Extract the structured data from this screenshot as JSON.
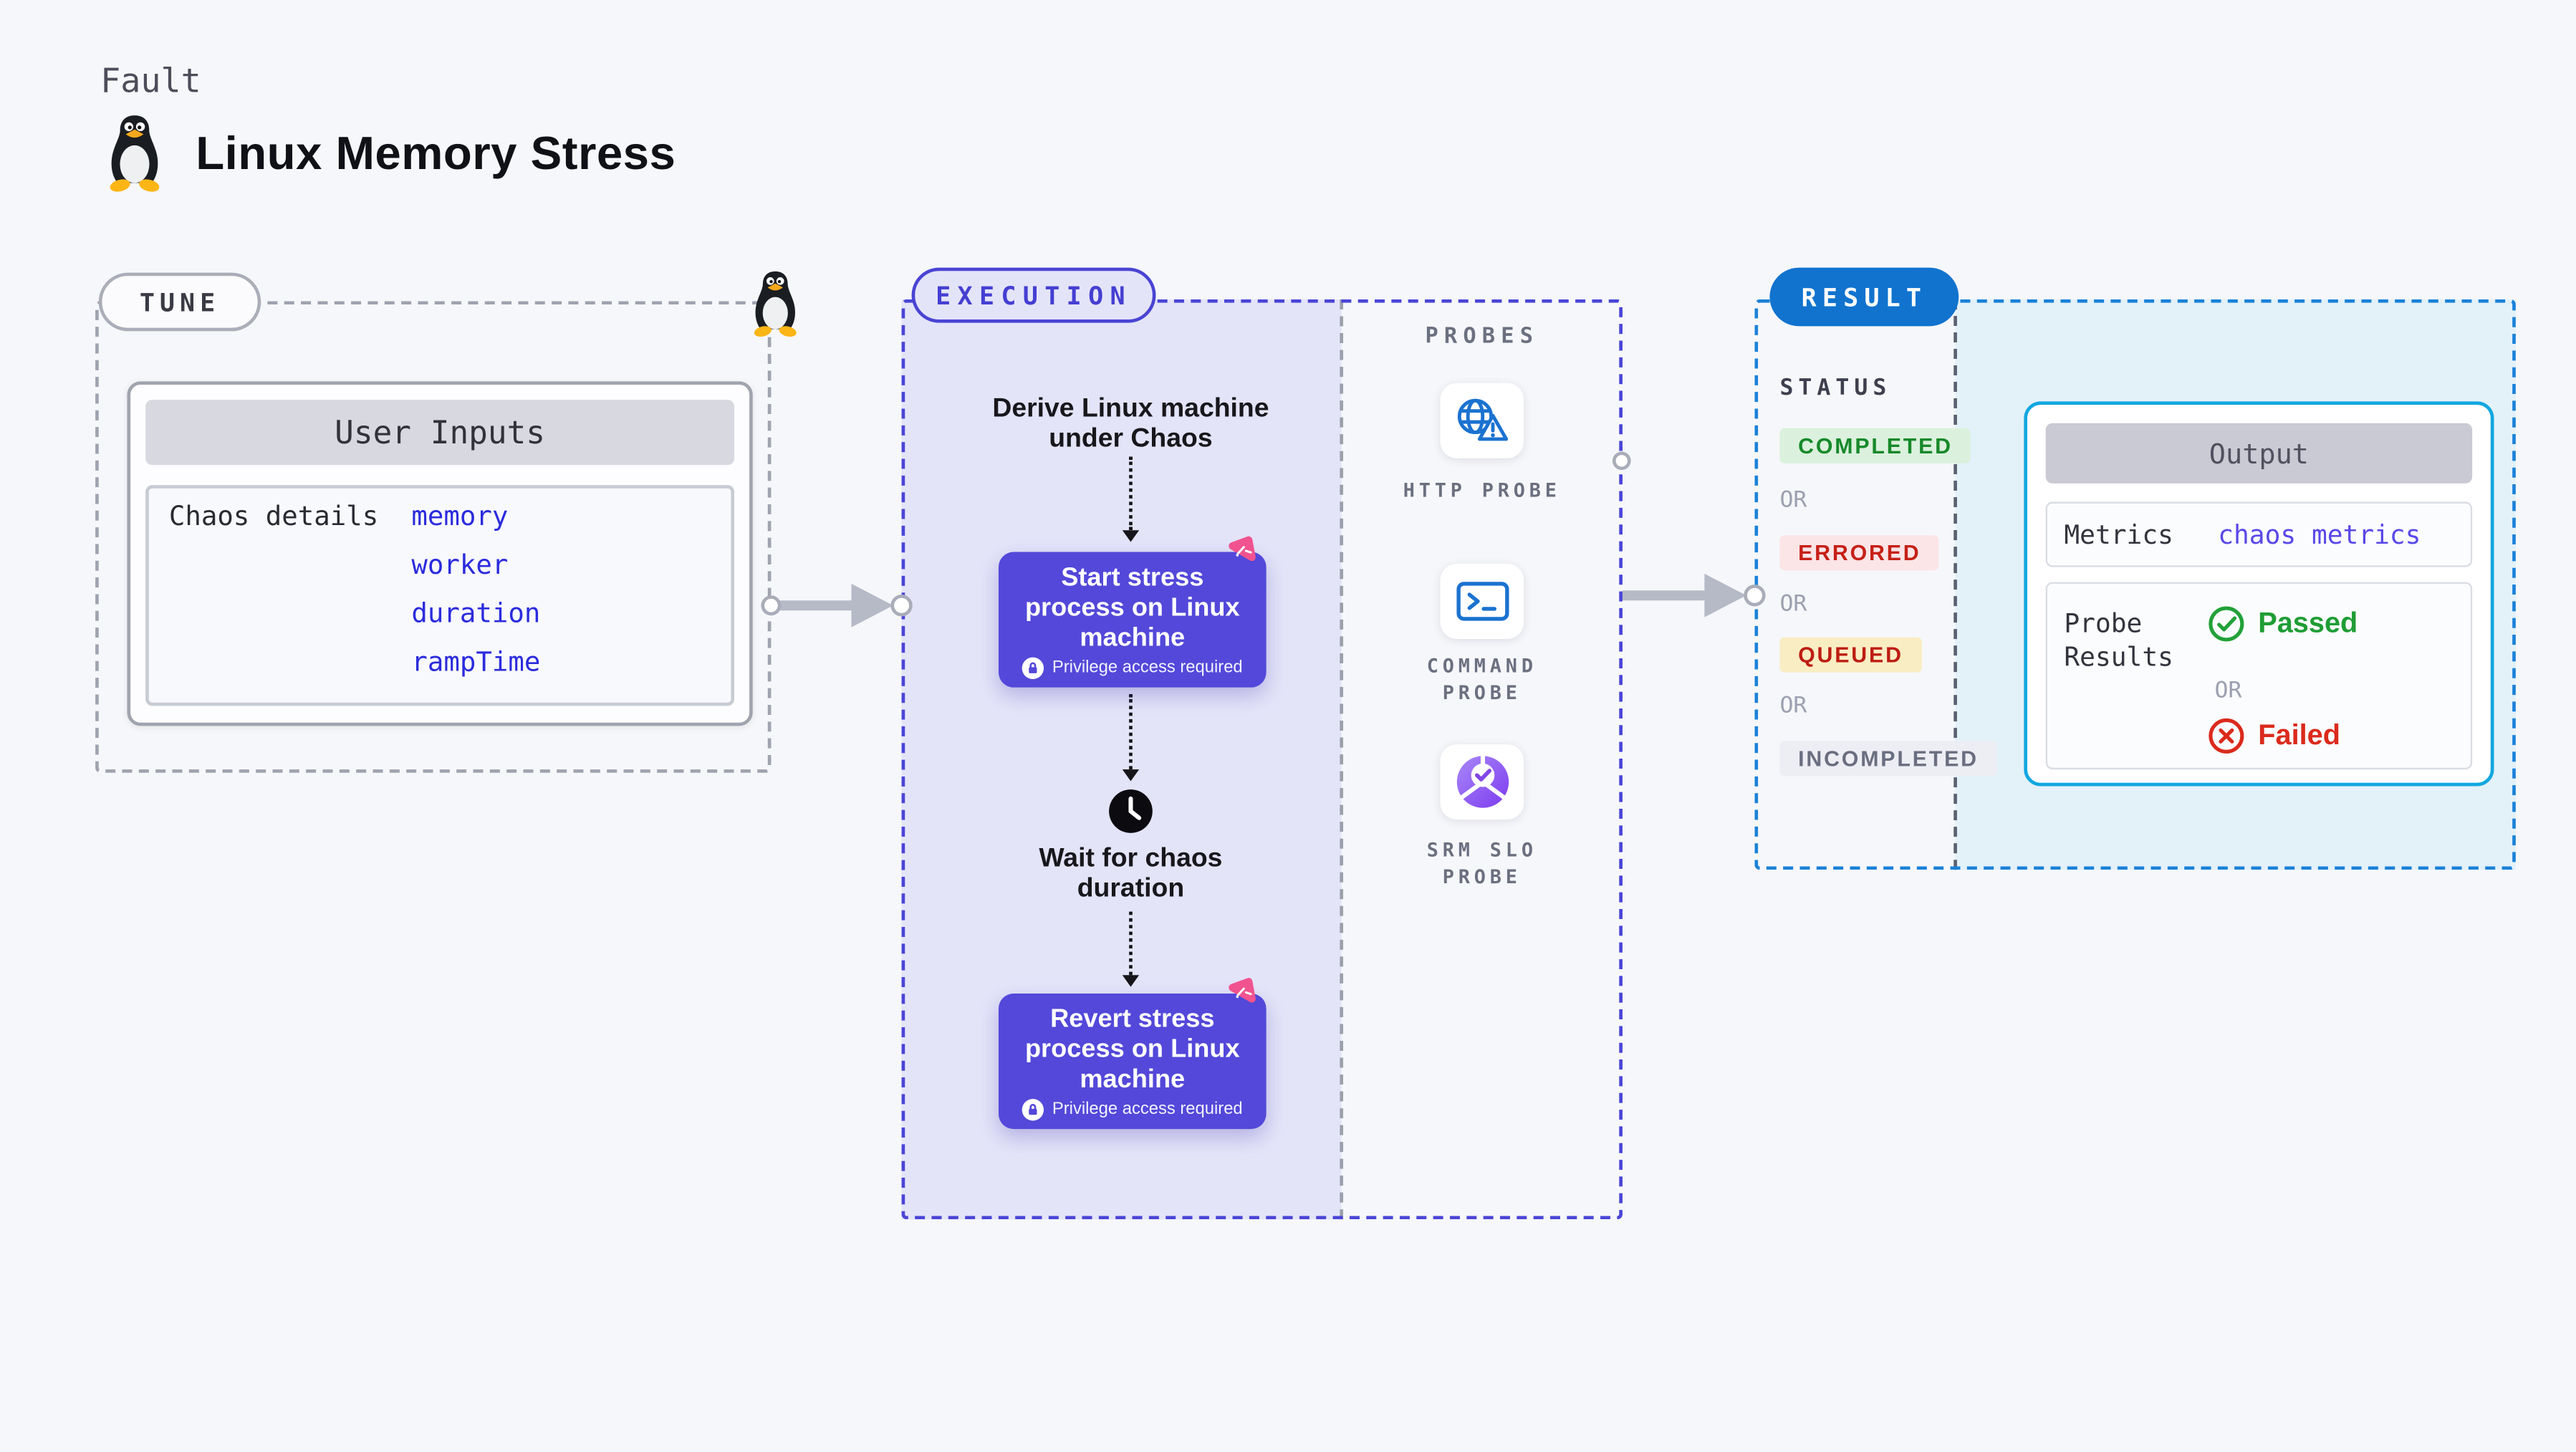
{
  "colors": {
    "page_bg": "#F6F7FA",
    "accent_indigo": "#4A45D6",
    "node_purple": "#5348D9",
    "lavender_panel": "#E4E4F9",
    "result_badge_blue": "#1173CE",
    "result_border_blue": "#1B81D8",
    "output_border_cyan": "#12A7E0",
    "output_panel_bg": "#E3F1F9",
    "link_blue": "#2B2BDD",
    "litmus_pink": "#F0538F",
    "probe_icon_blue": "#1B72D0",
    "passed_green": "#1F9D35",
    "failed_red": "#DB2A1C",
    "arrow_gray": "#B6B9C6"
  },
  "header": {
    "kicker": "Fault",
    "title": "Linux Memory Stress",
    "title_icon": "tux-penguin"
  },
  "tune": {
    "badge": "TUNE",
    "card_title": "User Inputs",
    "row_label": "Chaos details",
    "params": [
      "memory",
      "worker",
      "duration",
      "rampTime"
    ]
  },
  "execution": {
    "badge": "EXECUTION",
    "derive_lines": [
      "Derive Linux machine",
      "under Chaos"
    ],
    "start_node_lines": [
      "Start stress",
      "process on Linux",
      "machine"
    ],
    "wait_lines": [
      "Wait for chaos",
      "duration"
    ],
    "revert_node_lines": [
      "Revert stress",
      "process on Linux",
      "machine"
    ],
    "privilege_note": "Privilege access required"
  },
  "probes": {
    "label": "PROBES",
    "items": [
      {
        "icon": "globe-alert-icon",
        "line1": "HTTP PROBE",
        "line2": ""
      },
      {
        "icon": "terminal-icon",
        "line1": "COMMAND",
        "line2": "PROBE"
      },
      {
        "icon": "slo-donut-icon",
        "line1": "SRM SLO",
        "line2": "PROBE"
      }
    ]
  },
  "result": {
    "badge": "RESULT",
    "status_heading": "STATUS",
    "or_label": "OR",
    "statuses": [
      {
        "label": "COMPLETED",
        "style": "background:#DBF1DD;color:#17892A"
      },
      {
        "label": "ERRORED",
        "style": "background:#FBE5E7;color:#C62017"
      },
      {
        "label": "QUEUED",
        "style": "background:#F9EDC4;color:#BD1D12"
      },
      {
        "label": "INCOMPLETED",
        "style": "background:#EDEEF4;color:#6A6E80"
      }
    ],
    "output": {
      "title": "Output",
      "metrics_label": "Metrics",
      "metrics_value": "chaos metrics",
      "probe_results_line1": "Probe",
      "probe_results_line2": "Results",
      "passed_label": "Passed",
      "or_label": "OR",
      "failed_label": "Failed"
    }
  }
}
